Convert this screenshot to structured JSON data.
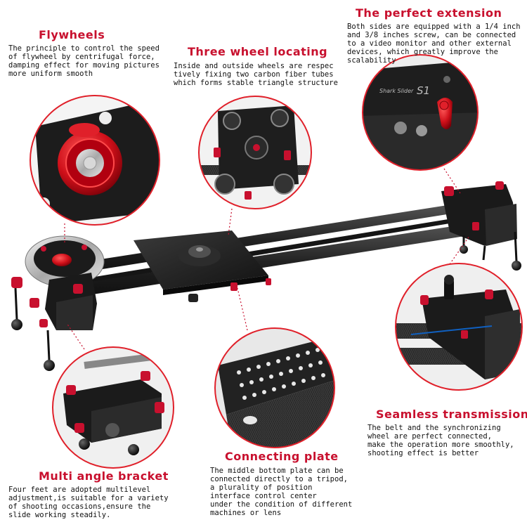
{
  "colors": {
    "accent": "#c8102e",
    "callout_ring": "#e0202a",
    "body_text": "#111111"
  },
  "features": {
    "flywheels": {
      "title": "Flywheels",
      "lines": [
        "The principle to control the speed",
        "of flywheel by centrifugal force,",
        "damping effect for moving pictures",
        "more uniform smooth"
      ]
    },
    "three_wheel": {
      "title": "Three wheel locating",
      "lines": [
        "Inside and outside wheels are respec",
        "tively fixing two carbon fiber tubes",
        "which forms stable triangle structure"
      ]
    },
    "extension": {
      "title": "The perfect extension",
      "lines": [
        "Both sides are equipped with a 1/4 inch",
        "and 3/8 inches screw, can be connected",
        "to a video monitor and other external",
        "devices, which greatly improve the",
        "scalability"
      ]
    },
    "seamless": {
      "title": "Seamless transmission",
      "lines": [
        "The belt and the synchronizing",
        "wheel are perfect connected,",
        "make the operation more smoothly,",
        "shooting effect is better"
      ]
    },
    "connecting": {
      "title": "Connecting plate",
      "lines": [
        "The middle bottom plate can be",
        "connected directly to a tripod,",
        "a plurality of position",
        "interface control center",
        "under the condition of different",
        "machines or lens"
      ]
    },
    "multi_angle": {
      "title": "Multi angle bracket",
      "lines": [
        "Four feet are adopted multilevel",
        "adjustment,is suitable for a variety",
        "of shooting occasions,ensure the",
        "slide working steadily."
      ]
    }
  },
  "product_logo": "Shark Slider S1"
}
